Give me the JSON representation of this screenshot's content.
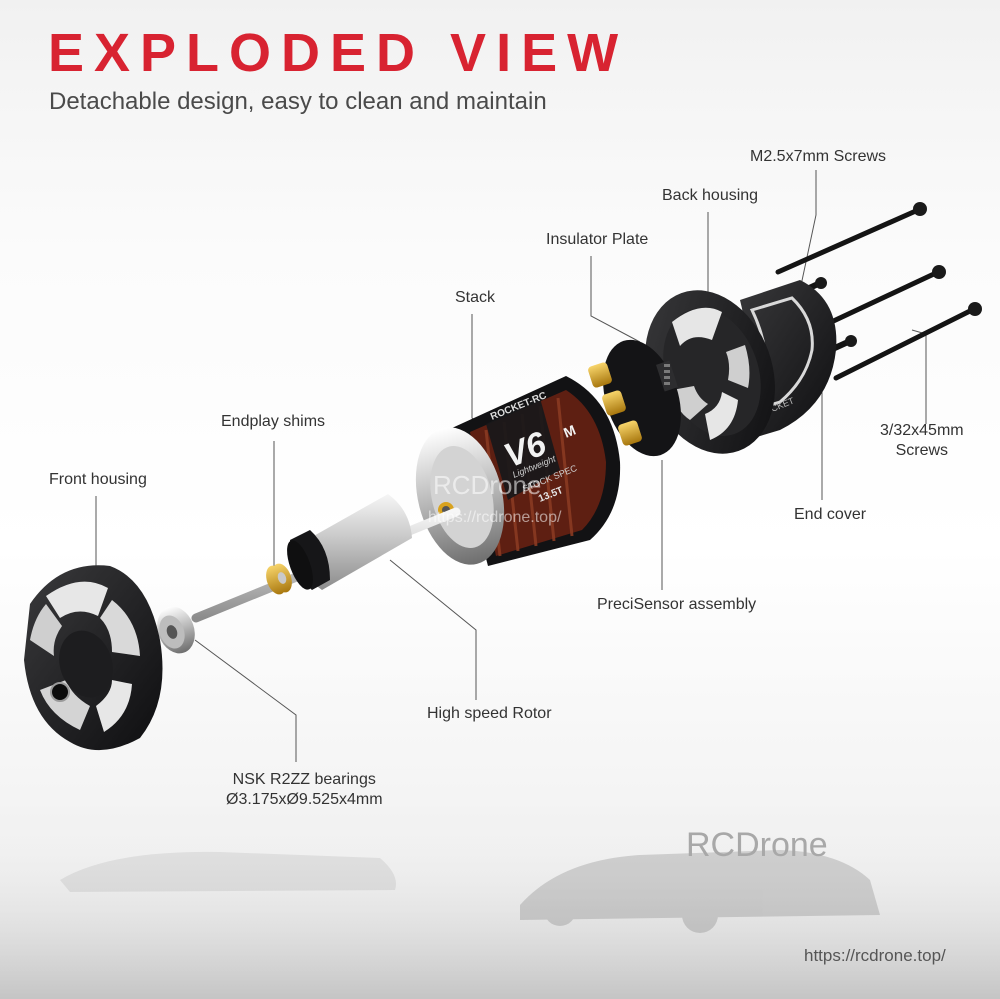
{
  "header": {
    "title": "EXPLODED VIEW",
    "subtitle": "Detachable design, easy to clean and maintain"
  },
  "labels": {
    "m25_screws": "M2.5x7mm  Screws",
    "back_housing": "Back housing",
    "insulator_plate": "Insulator Plate",
    "stack": "Stack",
    "endplay_shims": "Endplay shims",
    "front_housing": "Front housing",
    "screws_332_line1": "3/32x45mm",
    "screws_332_line2": "Screws",
    "end_cover": "End cover",
    "precisensor": "PreciSensor assembly",
    "rotor": "High speed Rotor",
    "bearings_line1": "NSK R2ZZ bearings",
    "bearings_line2": "Ø3.175xØ9.525x4mm"
  },
  "motor_branding": {
    "brand": "ROCKET-RC",
    "model": "V6",
    "model_suffix": "M",
    "tagline": "Lightweight",
    "spec": "STOCK SPEC",
    "turns": "13.5T"
  },
  "housing_branding": "ROCKET",
  "watermark": {
    "brand": "RCDrone",
    "url": "https://rcdrone.top/",
    "mid_brand": "RCDrone",
    "mid_url": "https://rcdrone.top/"
  },
  "colors": {
    "title_red": "#d82331",
    "anodized_black": "#1b1b1d",
    "copper_winding": "#7a2a17",
    "gold": "#d8a21e"
  }
}
